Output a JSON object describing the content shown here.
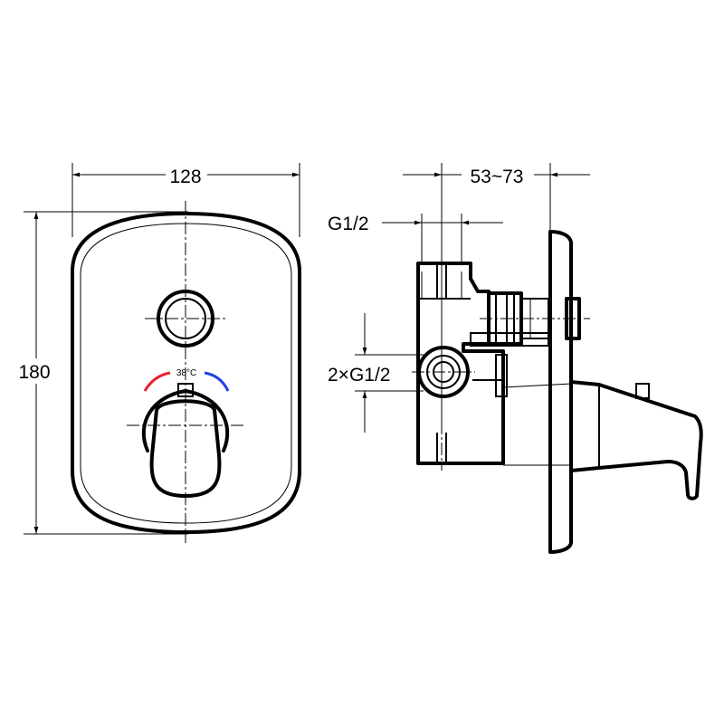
{
  "dimensions": {
    "width": "128",
    "height": "180",
    "depth": "53~73",
    "inlet_top": "G1/2",
    "inlet_side": "2×G1/2"
  },
  "temperature_label": "38°C",
  "colors": {
    "hot": "#e8202a",
    "cold": "#2040e8",
    "line": "#000000"
  }
}
